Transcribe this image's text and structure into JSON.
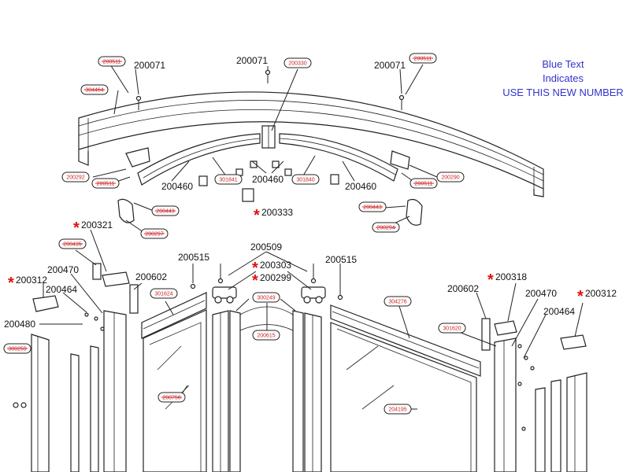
{
  "legend": {
    "line1": "Blue Text",
    "line2": "Indicates",
    "line3": "USE THIS NEW NUMBER"
  },
  "part_labels": [
    {
      "id": "200071-l",
      "text": "200071",
      "starred": false
    },
    {
      "id": "200071-c",
      "text": "200071",
      "starred": false
    },
    {
      "id": "200071-r",
      "text": "200071",
      "starred": false
    },
    {
      "id": "200460-l",
      "text": "200460",
      "starred": false
    },
    {
      "id": "200460-c",
      "text": "200460",
      "starred": false
    },
    {
      "id": "200460-r",
      "text": "200460",
      "starred": false
    },
    {
      "id": "200333",
      "text": "200333",
      "starred": true
    },
    {
      "id": "200321",
      "text": "200321",
      "starred": true
    },
    {
      "id": "200312-l",
      "text": "200312",
      "starred": true
    },
    {
      "id": "200470-l",
      "text": "200470",
      "starred": false
    },
    {
      "id": "200464-l",
      "text": "200464",
      "starred": false
    },
    {
      "id": "200480",
      "text": "200480",
      "starred": false
    },
    {
      "id": "200515-l",
      "text": "200515",
      "starred": false
    },
    {
      "id": "200602-l",
      "text": "200602",
      "starred": false
    },
    {
      "id": "200509",
      "text": "200509",
      "starred": false
    },
    {
      "id": "200303",
      "text": "200303",
      "starred": true
    },
    {
      "id": "200299",
      "text": "200299",
      "starred": true
    },
    {
      "id": "200515-r",
      "text": "200515",
      "starred": false
    },
    {
      "id": "200318",
      "text": "200318",
      "starred": true
    },
    {
      "id": "200602-r",
      "text": "200602",
      "starred": false
    },
    {
      "id": "200470-r",
      "text": "200470",
      "starred": false
    },
    {
      "id": "200312-r",
      "text": "200312",
      "starred": true
    },
    {
      "id": "200464-r",
      "text": "200464",
      "starred": false
    }
  ],
  "old_numbers": [
    {
      "id": "o200511-tl",
      "text": "200511",
      "struck": true
    },
    {
      "id": "o304464",
      "text": "304464",
      "struck": true
    },
    {
      "id": "o200330",
      "text": "200330",
      "struck": false
    },
    {
      "id": "o200511-tr",
      "text": "200511",
      "struck": true
    },
    {
      "id": "o200292",
      "text": "200292",
      "struck": false
    },
    {
      "id": "o200511-ml",
      "text": "200511",
      "struck": true
    },
    {
      "id": "o301841",
      "text": "301841",
      "struck": false
    },
    {
      "id": "o301840",
      "text": "301840",
      "struck": false
    },
    {
      "id": "o200511-mr",
      "text": "200511",
      "struck": true
    },
    {
      "id": "o200290",
      "text": "200290",
      "struck": false
    },
    {
      "id": "o200443-l",
      "text": "200443",
      "struck": true
    },
    {
      "id": "o200297",
      "text": "200297",
      "struck": true
    },
    {
      "id": "o200443-r",
      "text": "200443",
      "struck": true
    },
    {
      "id": "o200294",
      "text": "200294",
      "struck": true
    },
    {
      "id": "o200435",
      "text": "200435",
      "struck": true
    },
    {
      "id": "o301624",
      "text": "301624",
      "struck": false
    },
    {
      "id": "o300249",
      "text": "300249",
      "struck": false
    },
    {
      "id": "o200615",
      "text": "200615",
      "struck": false
    },
    {
      "id": "o304276",
      "text": "304276",
      "struck": false
    },
    {
      "id": "o301620",
      "text": "301620",
      "struck": false
    },
    {
      "id": "o300259",
      "text": "300259",
      "struck": true
    },
    {
      "id": "o200756",
      "text": "200756",
      "struck": true
    },
    {
      "id": "o204195",
      "text": "204195",
      "struck": false
    }
  ]
}
